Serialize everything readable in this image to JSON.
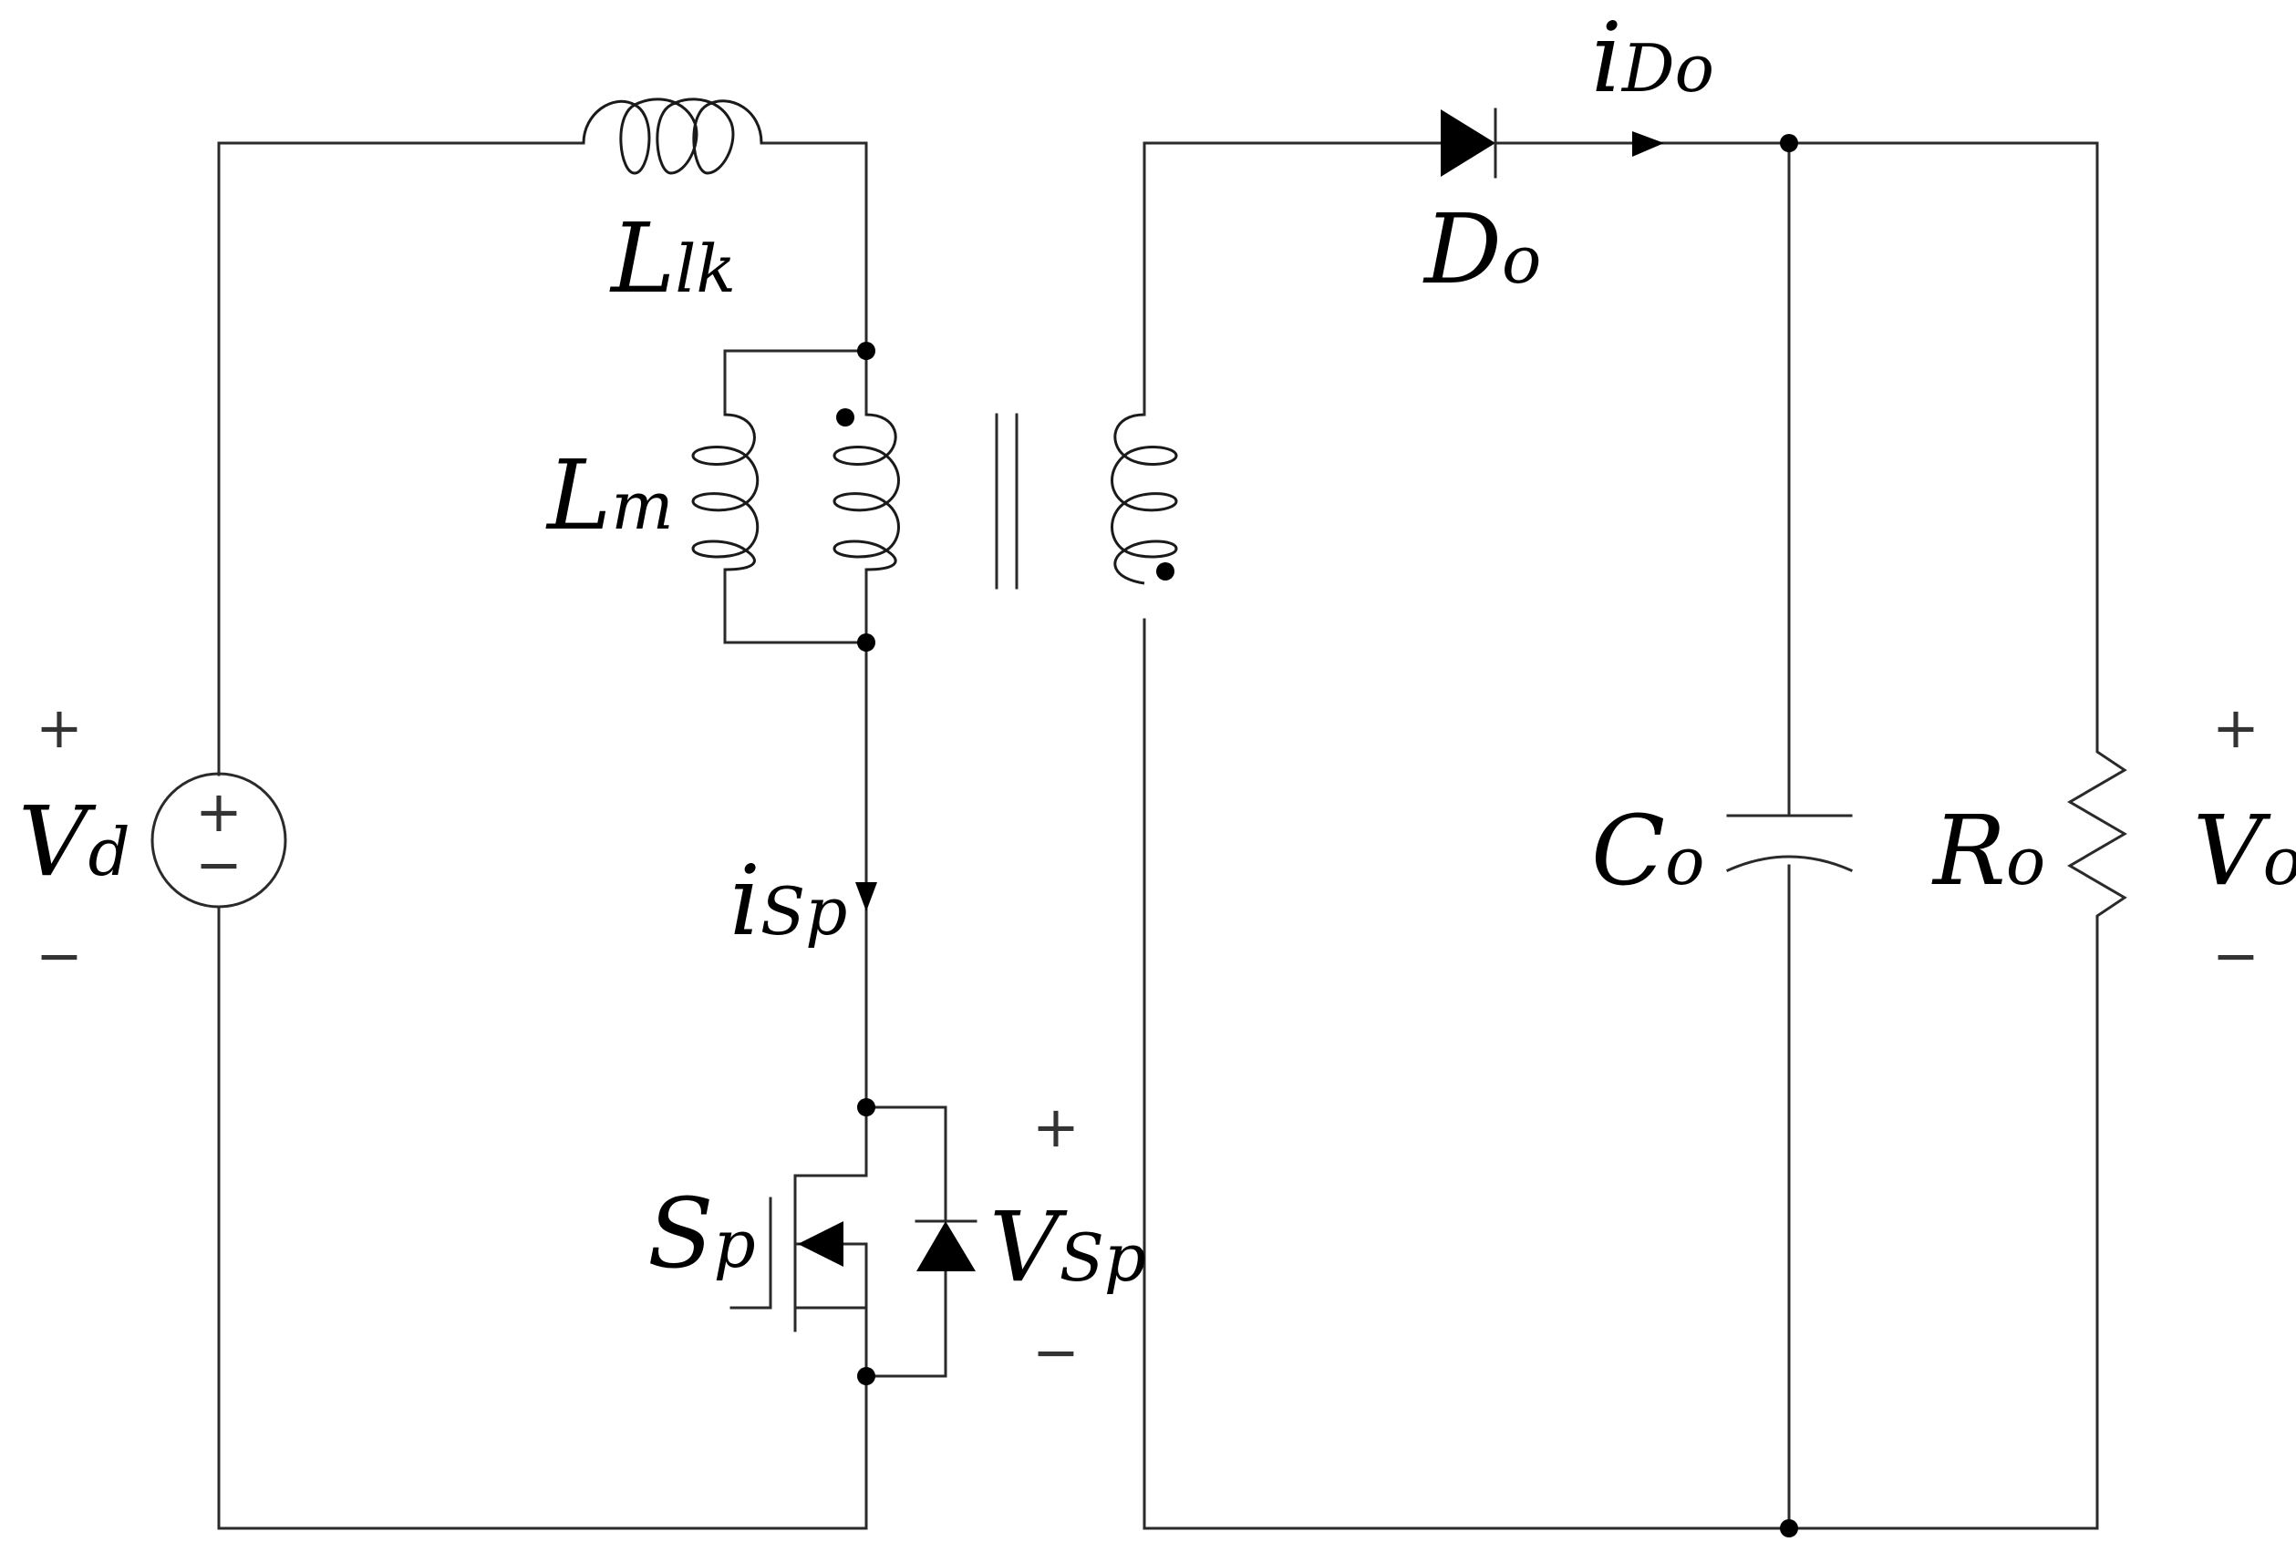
{
  "labels": {
    "Llk": {
      "main": "L",
      "sub": "lk"
    },
    "Lm": {
      "main": "L",
      "sub": "m"
    },
    "Vd": {
      "main": "V",
      "sub": "d"
    },
    "iSp": {
      "main": "i",
      "sub": "Sp"
    },
    "Sp": {
      "main": "S",
      "sub": "p"
    },
    "VSp": {
      "main": "V",
      "sub": "Sp"
    },
    "iDo": {
      "main": "i",
      "sub": "Do"
    },
    "Do": {
      "main": "D",
      "sub": "o"
    },
    "Co": {
      "main": "C",
      "sub": "o"
    },
    "Ro": {
      "main": "R",
      "sub": "o"
    },
    "Vo": {
      "main": "V",
      "sub": "o"
    }
  },
  "signs": {
    "plus": "+",
    "minus": "−"
  }
}
